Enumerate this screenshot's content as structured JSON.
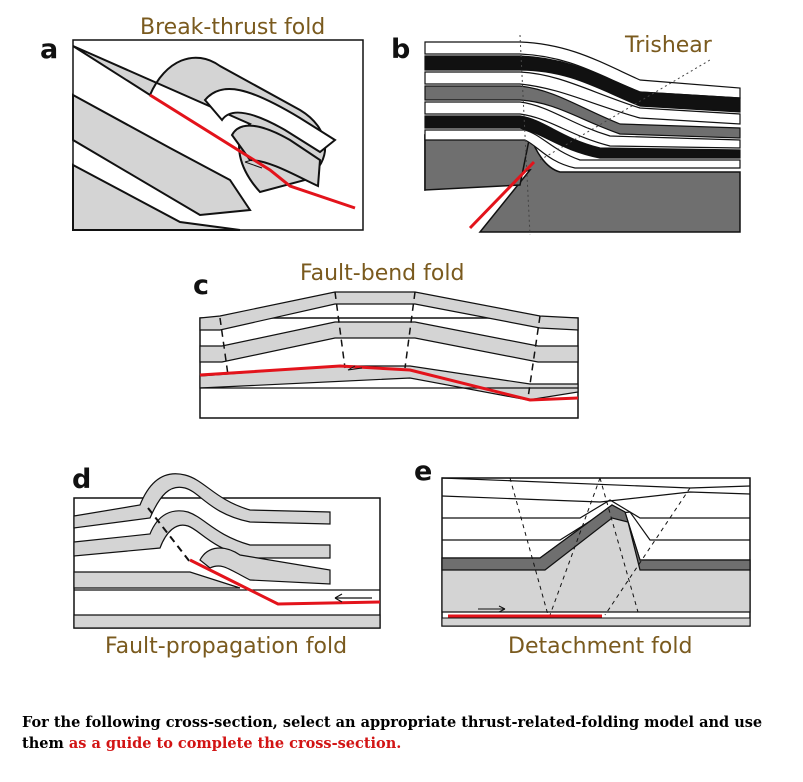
{
  "colors": {
    "title": "#7a5a1e",
    "fault": "#e3131b",
    "layer_light": "#d4d4d4",
    "layer_dark": "#6f6f6f",
    "caption_highlight": "#d21414"
  },
  "panels": [
    {
      "letter": "a",
      "title": "Break-thrust fold"
    },
    {
      "letter": "b",
      "title": "Trishear"
    },
    {
      "letter": "c",
      "title": "Fault-bend fold"
    },
    {
      "letter": "d",
      "title": "Fault-propagation fold"
    },
    {
      "letter": "e",
      "title": "Detachment fold"
    }
  ],
  "caption": {
    "part1": "For the following cross-section, select an appropriate thrust-related-folding model and use them ",
    "highlight": "as a guide to complete the cross-section."
  }
}
